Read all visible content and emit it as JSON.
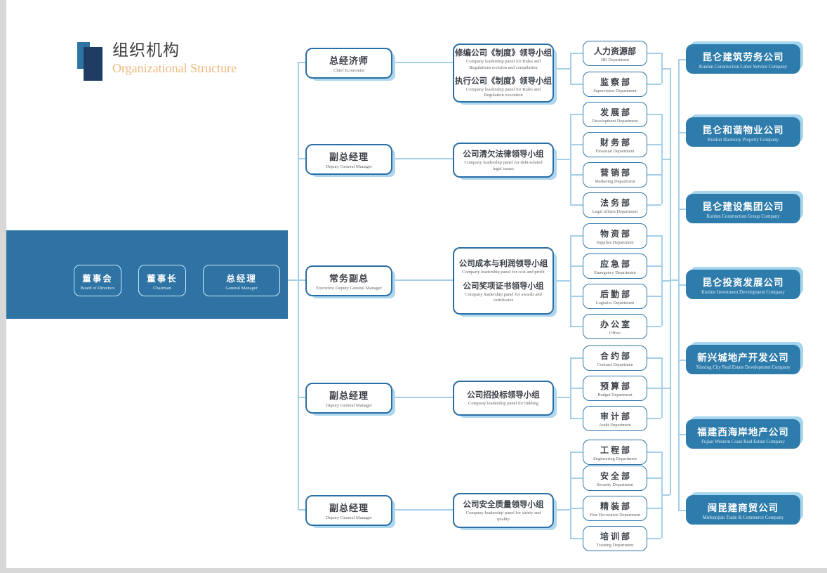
{
  "title": {
    "cn": "组织机构",
    "en": "Organizational Structure"
  },
  "board": [
    {
      "cn": "董事会",
      "en": "Board of Directors"
    },
    {
      "cn": "董事长",
      "en": "Chairman"
    },
    {
      "cn": "总经理",
      "en": "General Manager"
    }
  ],
  "executives": [
    {
      "cn": "总经济师",
      "en": "Chief Economist"
    },
    {
      "cn": "副总经理",
      "en": "Deputy General Manager"
    },
    {
      "cn": "常务副总",
      "en": "Executive Deputy General Manager"
    },
    {
      "cn": "副总经理",
      "en": "Deputy General Manager"
    },
    {
      "cn": "副总经理",
      "en": "Deputy General Manager"
    }
  ],
  "panels": {
    "p1a": {
      "cn": "修编公司《制度》领导小组",
      "en": "Company leadership panel for Rules and Regulations revision and compilation"
    },
    "p1b": {
      "cn": "执行公司《制度》领导小组",
      "en": "Company leadership panel for Rules and Regulation execution"
    },
    "p2": {
      "cn": "公司清欠法律领导小组",
      "en": "Company leadership panel for debt-related legal issues"
    },
    "p3a": {
      "cn": "公司成本与利润领导小组",
      "en": "Company leadership panel for cost and profit"
    },
    "p3b": {
      "cn": "公司奖项证书领导小组",
      "en": "Company leadership panel for awards and certificates"
    },
    "p4": {
      "cn": "公司招投标领导小组",
      "en": "Company leadership panel for bidding"
    },
    "p5": {
      "cn": "公司安全质量领导小组",
      "en": "Company leadership panel for safety and quality"
    }
  },
  "departments": [
    {
      "cn": "人力资源部",
      "en": "HR Department"
    },
    {
      "cn": "监 察 部",
      "en": "Supervision Department"
    },
    {
      "cn": "发 展 部",
      "en": "Development Department"
    },
    {
      "cn": "财 务 部",
      "en": "Financial Department"
    },
    {
      "cn": "营 销 部",
      "en": "Marketing Department"
    },
    {
      "cn": "法 务 部",
      "en": "Legal Affairs Department"
    },
    {
      "cn": "物 资 部",
      "en": "Supplies Department"
    },
    {
      "cn": "应 急 部",
      "en": "Emergency Department"
    },
    {
      "cn": "后 勤 部",
      "en": "Logistics Department"
    },
    {
      "cn": "办 公 室",
      "en": "Office"
    },
    {
      "cn": "合 约 部",
      "en": "Contract Departmen"
    },
    {
      "cn": "预 算 部",
      "en": "Budget Department"
    },
    {
      "cn": "审 计 部",
      "en": "Audit Department"
    },
    {
      "cn": "工 程 部",
      "en": "Engineering Department"
    },
    {
      "cn": "安 全 部",
      "en": "Security Department"
    },
    {
      "cn": "精 装 部",
      "en": "Fine Decoration Department"
    },
    {
      "cn": "培 训 部",
      "en": "Training Department"
    }
  ],
  "companies": [
    {
      "cn": "昆仑建筑劳务公司",
      "en": "Kunlun Construction Labor Service Company"
    },
    {
      "cn": "昆仑和谐物业公司",
      "en": "Kunlun Harmony Property Company"
    },
    {
      "cn": "昆仑建设集团公司",
      "en": "Kunlun Construction Group Company"
    },
    {
      "cn": "昆仑投资发展公司",
      "en": "Kunlun Investment Development Company"
    },
    {
      "cn": "新兴城地产开发公司",
      "en": "Xinxing City Real Estate Development Company"
    },
    {
      "cn": "福建西海岸地产公司",
      "en": "Fujian Western Coast Real Estate Company"
    },
    {
      "cn": "闽昆建商贸公司",
      "en": "Minkunjian Trade & Commerce Company"
    }
  ],
  "colors": {
    "bar_blue": "#2e73a4",
    "company_blue": "#2e7cab",
    "border_blue": "#2a6ea6",
    "line_blue": "#a5cfe8",
    "echo_blue": "#aed6ee",
    "title_orange": "#eab87e",
    "logo_navy": "#1f3c64"
  }
}
